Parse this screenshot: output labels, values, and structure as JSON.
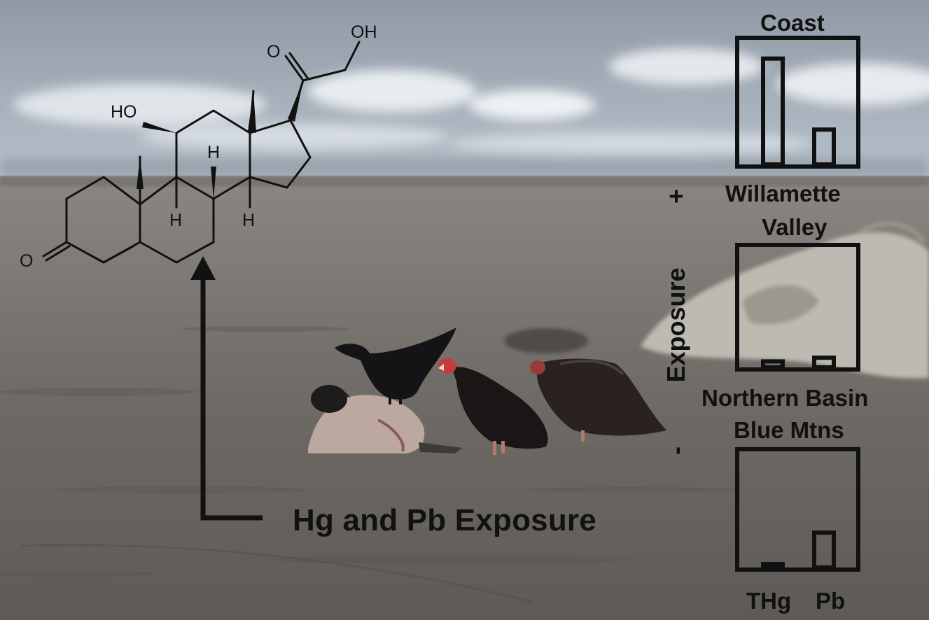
{
  "main_label": "Hg and Pb Exposure",
  "axis": {
    "title": "Exposure",
    "plus": "+",
    "minus": "-"
  },
  "regions": [
    {
      "name": "Coast",
      "thg": 0.85,
      "pb": 0.28
    },
    {
      "name_line1": "Willamette",
      "name_line2": "Valley",
      "thg": 0.05,
      "pb": 0.08
    },
    {
      "name_line1": "Northern Basin",
      "name_line2": "Blue Mtns",
      "thg": 0.03,
      "pb": 0.3
    }
  ],
  "x_labels": {
    "thg": "THg",
    "pb": "Pb"
  },
  "structure_labels": {
    "oh_top": "OH",
    "o_ketone_side": "O",
    "ho": "HO",
    "h_beta": "H",
    "h_alpha_1": "H",
    "h_alpha_2": "H",
    "o_ring": "O"
  },
  "colors": {
    "ink": "#111111",
    "sand": "#6f6b66",
    "sea": "#bac3ca",
    "foam": "#e6eaee"
  }
}
